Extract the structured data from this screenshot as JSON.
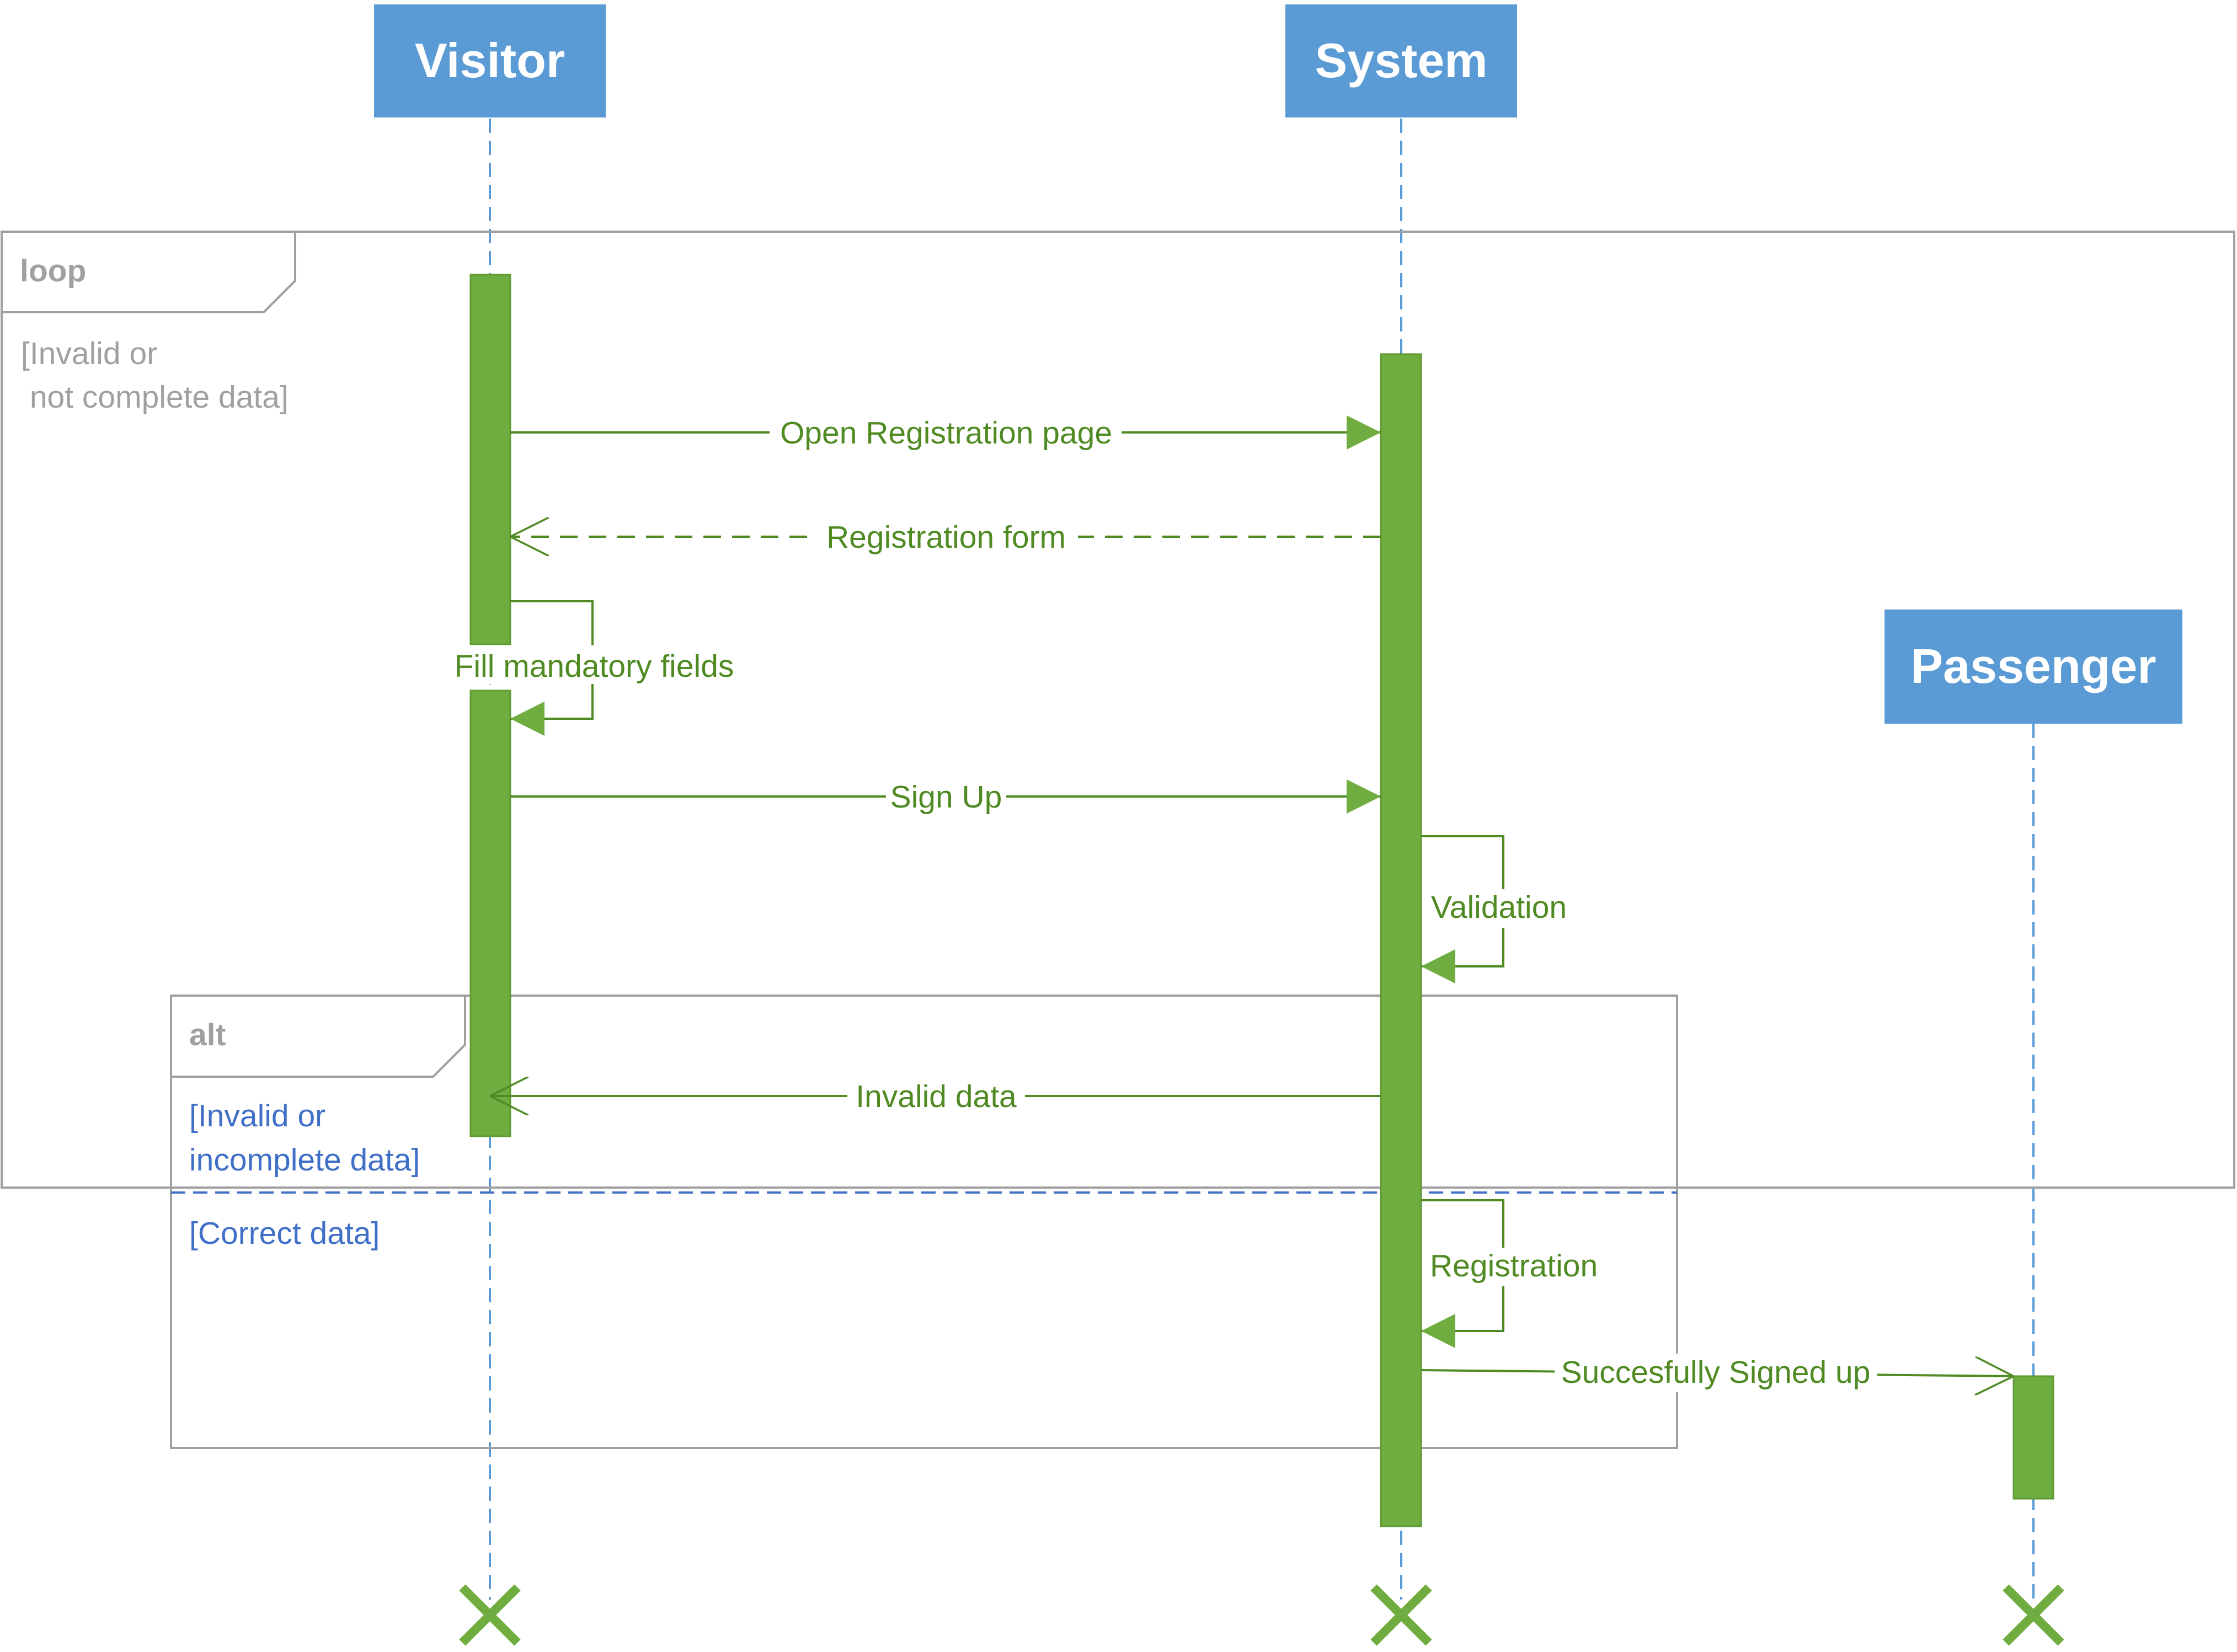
{
  "participants": {
    "visitor": "Visitor",
    "system": "System",
    "passenger": "Passenger"
  },
  "frames": {
    "loop": {
      "tag": "loop",
      "guard_line1": "[Invalid or",
      "guard_line2": " not complete data]"
    },
    "alt": {
      "tag": "alt",
      "guard1_line1": "[Invalid or",
      "guard1_line2": "incomplete data]",
      "guard2": "[Correct data]"
    }
  },
  "messages": {
    "open_registration": "Open Registration page",
    "registration_form": "Registration form",
    "fill_fields": "Fill mandatory fields",
    "sign_up": "Sign Up",
    "validation": "Validation",
    "invalid_data": "Invalid data",
    "registration": "Registration",
    "signed_up": "Succesfully Signed up"
  },
  "colors": {
    "actor_fill": "#5b9bd5",
    "activation": "#70ad40",
    "message": "#4f8a22",
    "lifeline": "#5b9bd5",
    "frame": "#a0a0a0",
    "divider": "#4472c4",
    "guard_blue": "#3f6fc6",
    "destroy": "#70ad40"
  }
}
